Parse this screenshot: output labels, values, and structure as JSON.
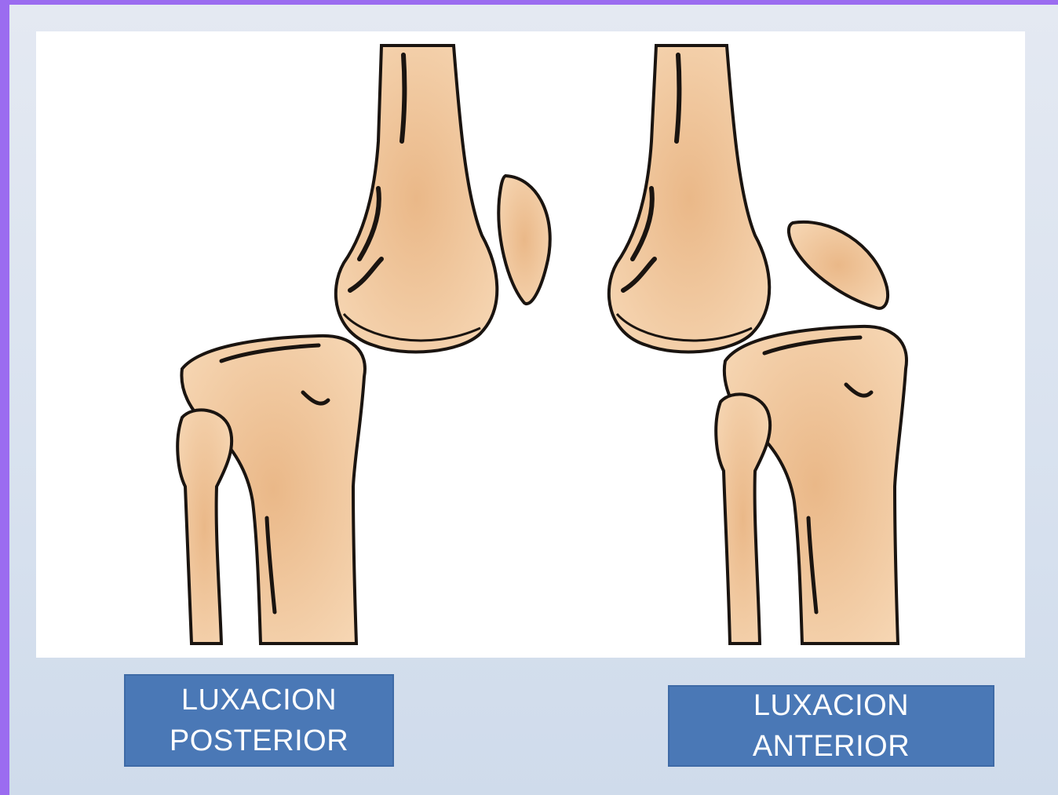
{
  "diagram": {
    "panels": [
      {
        "name": "posterior",
        "label_line1": "LUXACION",
        "label_line2": "POSTERIOR"
      },
      {
        "name": "anterior",
        "label_line1": "LUXACION",
        "label_line2": "ANTERIOR"
      }
    ]
  },
  "colors": {
    "frame": "#9b6cf0",
    "bone_fill": "#f2c9a0",
    "bone_outline": "#1a1410",
    "label_fill": "#4a78b6",
    "label_text": "#ffffff"
  }
}
